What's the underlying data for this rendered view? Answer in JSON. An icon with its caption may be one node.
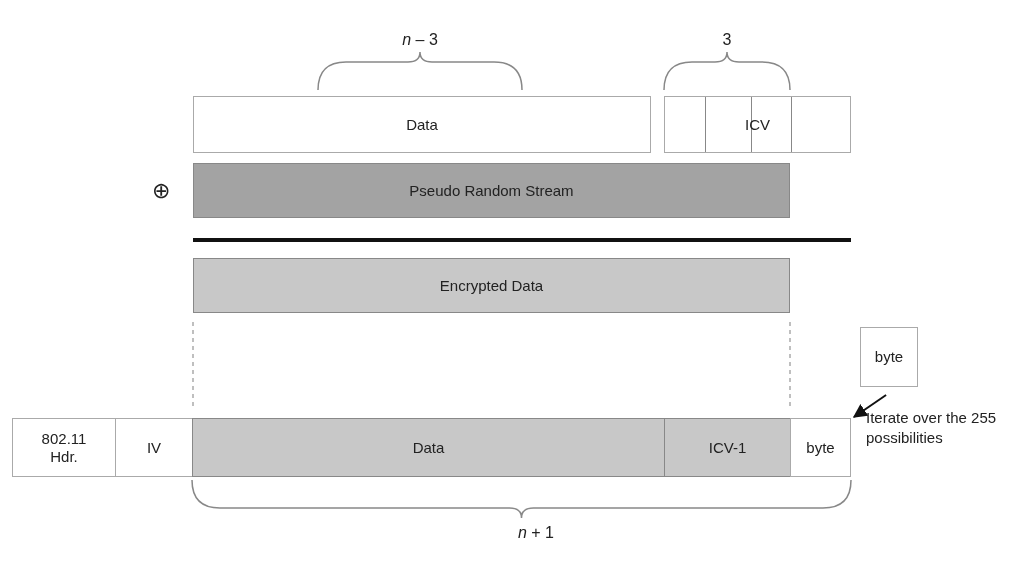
{
  "diagram": {
    "nodes": [
      {
        "text": [
          "Data"
        ]
      },
      {
        "text": [
          "ICV"
        ]
      },
      {
        "text": [
          "Pseudo Random Stream"
        ]
      },
      {
        "text": [
          "Encrypted Data"
        ]
      },
      {
        "text": [
          "802.11 Hdr."
        ]
      },
      {
        "text": [
          "IV"
        ]
      },
      {
        "text": [
          "Data"
        ]
      },
      {
        "text": [
          "ICV-1"
        ]
      },
      {
        "text": [
          "byte"
        ]
      },
      {
        "text": [
          "byte"
        ]
      }
    ],
    "edges": [
      {
        "from": 9,
        "to": 8,
        "arrow": "to"
      }
    ],
    "labels": [
      "*n* – 3",
      "3",
      "⊕",
      "Iterate over the 255 possibilities",
      "*n* + 1"
    ]
  }
}
